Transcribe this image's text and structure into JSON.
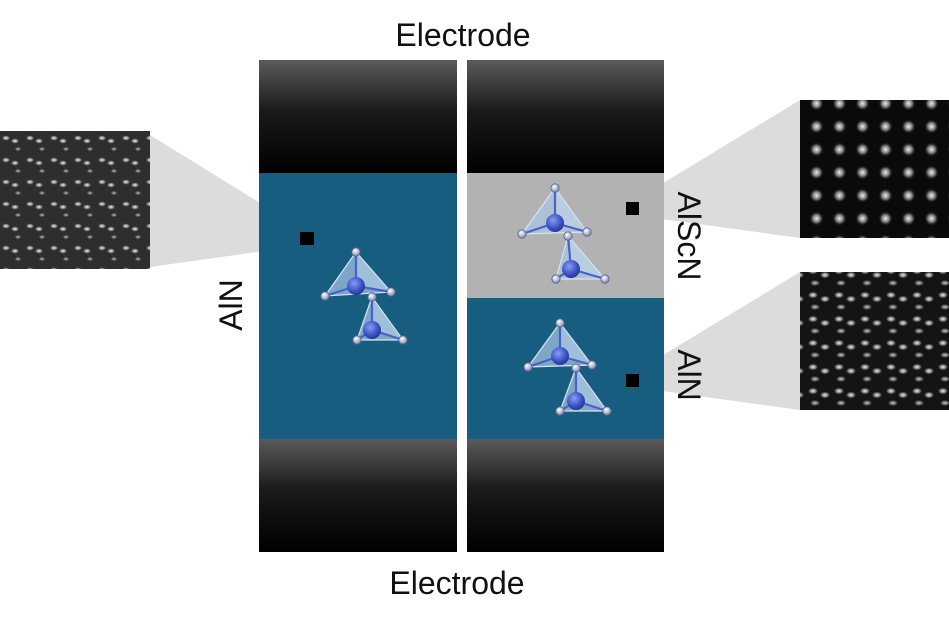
{
  "labels": {
    "top_electrode": "Electrode",
    "bottom_electrode": "Electrode",
    "left_film": "AlN",
    "right_top_film": "AlScN",
    "right_bottom_film": "AlN"
  },
  "colors": {
    "aln_film": "#175d80",
    "alscn_film": "#b2b2b2",
    "electrode_dark": "#000000",
    "electrode_light": "#5a5a5a",
    "callout_wedge": "#d6d6d6",
    "tetrahedron_fill": "#a9c8e6",
    "atom_center": "#3e55c8",
    "atom_vertex": "#9aa6c4",
    "marker": "#000000"
  },
  "icons": {
    "tetrahedron": "tetrahedron-icon",
    "stem_image": "stem-micrograph-icon"
  }
}
